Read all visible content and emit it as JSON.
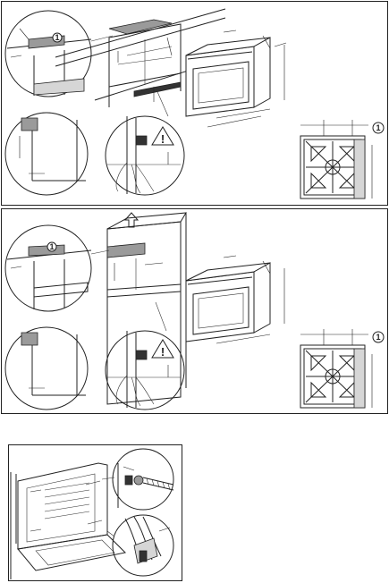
{
  "panels": [
    {
      "name": "under-counter-installation"
    },
    {
      "name": "column-cabinet-installation"
    },
    {
      "name": "oven-fixing-to-cabinet"
    }
  ],
  "labels": {
    "warning_symbol": "!",
    "step_marker": "1"
  },
  "icons": [
    "up-arrow-icon",
    "warning-triangle-icon",
    "step-number-1-icon",
    "screw-icon",
    "hob-burner-icon"
  ],
  "colors": {
    "line": "#222222",
    "highlight": "#9a9a9a"
  }
}
